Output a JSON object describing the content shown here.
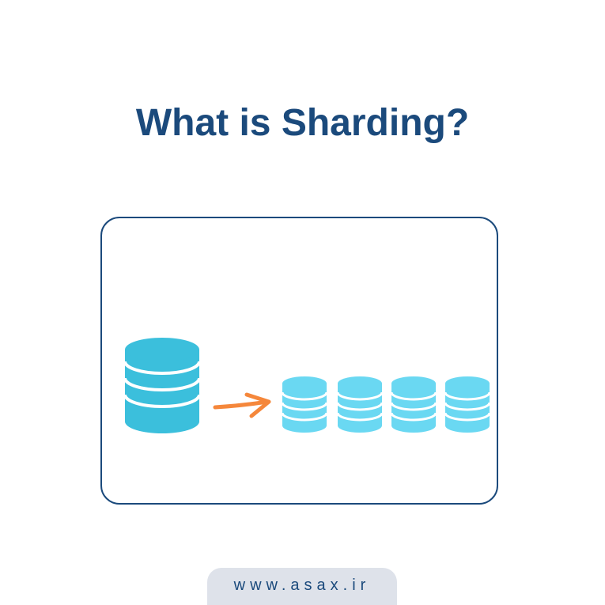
{
  "title": "What is Sharding?",
  "footer": {
    "url": "www.asax.ir"
  },
  "diagram": {
    "source_db_color": "#3bbfdc",
    "shard_color": "#6ad8f2",
    "arrow_color": "#f5873b",
    "frame_color": "#1b4a7c",
    "source_icon": "database-icon",
    "shard_icon": "database-icon",
    "arrow_icon": "arrow-right-icon",
    "shard_count": 4
  }
}
